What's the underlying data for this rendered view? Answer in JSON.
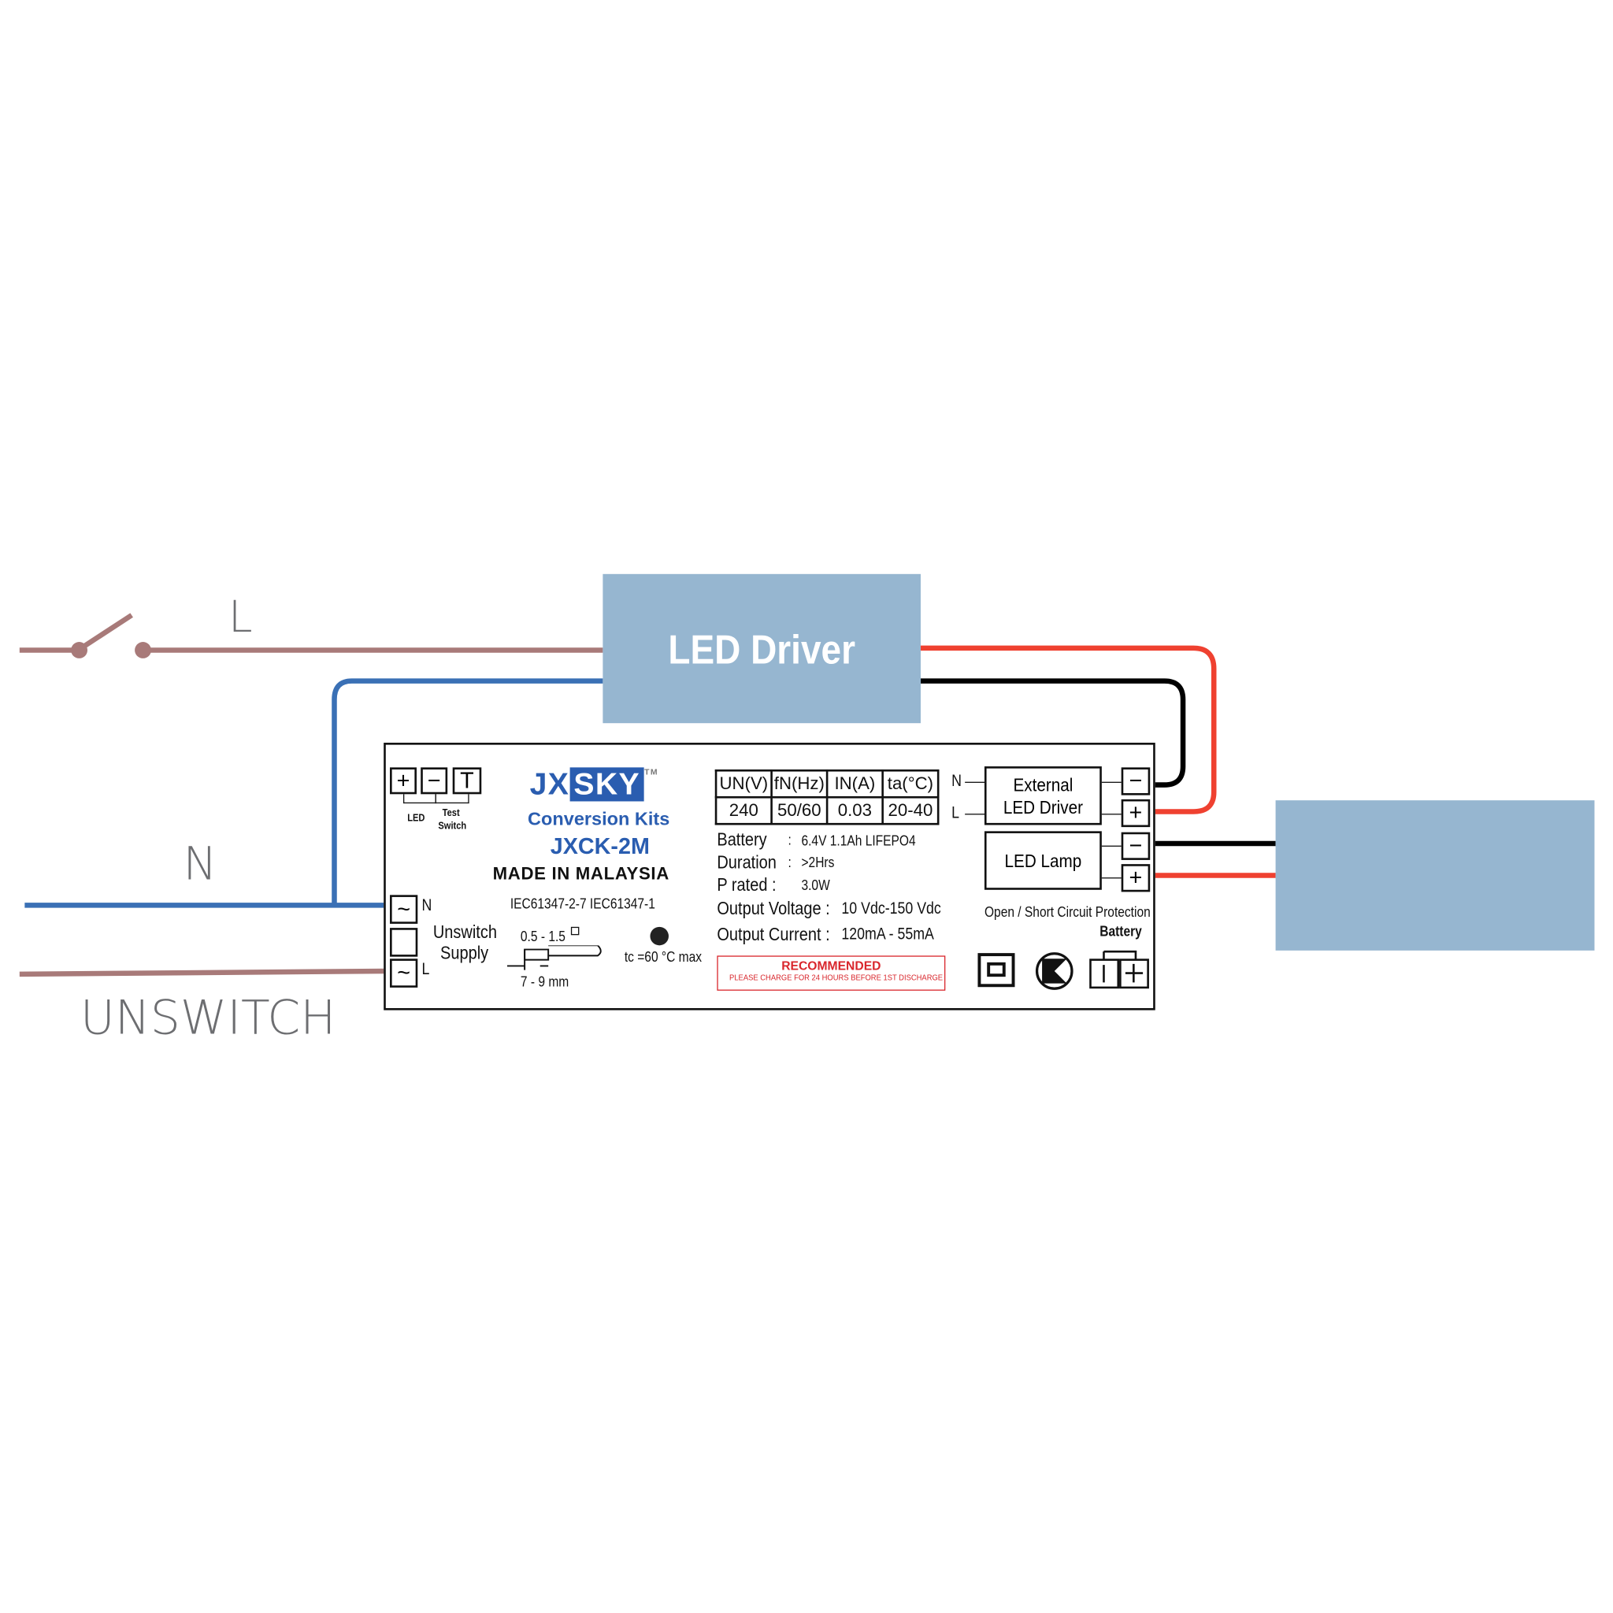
{
  "diagram": {
    "live_label": "L",
    "neutral_label": "N",
    "unswitch_label": "UNSWITCH",
    "led_driver_label": "LED Driver",
    "colors": {
      "live": "#a87a79",
      "neutral": "#3a70b5",
      "box": "#96b6d0",
      "positive": "#ef4130",
      "negative": "#000000",
      "label_gray": "#6d6e71"
    }
  },
  "label": {
    "brand_a": "JX",
    "brand_b": "SKY",
    "tm": "TM",
    "product_line": "Conversion Kits",
    "model": "JXCK-2M",
    "origin": "MADE IN MALAYSIA",
    "terminals": {
      "plus": "+",
      "minus": "−",
      "test": "T",
      "led": "LED",
      "test_switch_1": "Test",
      "test_switch_2": "Switch"
    },
    "supply": {
      "tilde": "~",
      "n": "N",
      "l": "L",
      "unswitch": "Unswitch",
      "supply": "Supply"
    },
    "standards": "IEC61347-2-7   IEC61347-1",
    "wire_size": "0.5 - 1.5",
    "strip_length": "7 - 9 mm",
    "tc": "tc =60 °C max",
    "spec_table": {
      "headers": [
        "UN(V)",
        "fN(Hz)",
        "IN(A)",
        "ta(°C)"
      ],
      "values": [
        "240",
        "50/60",
        "0.03",
        "20-40"
      ]
    },
    "specs": [
      {
        "key": "Battery",
        "sep": ":",
        "value": "6.4V 1.1Ah LIFEPO4"
      },
      {
        "key": "Duration",
        "sep": ":",
        "value": ">2Hrs"
      },
      {
        "key": "P rated :",
        "sep": "",
        "value": "3.0W"
      },
      {
        "key": "Output Voltage :",
        "sep": "",
        "value": "10 Vdc-150 Vdc"
      },
      {
        "key": "Output Current :",
        "sep": "",
        "value": "120mA - 55mA"
      }
    ],
    "recommended_title": "RECOMMENDED",
    "recommended_text": "PLEASE CHARGE FOR 24 HOURS BEFORE 1ST DISCHARGE",
    "ext_n": "N",
    "ext_l": "L",
    "external_driver_1": "External",
    "external_driver_2": "LED Driver",
    "led_lamp": "LED Lamp",
    "protection": "Open / Short Circuit Protection",
    "battery_label": "Battery"
  }
}
